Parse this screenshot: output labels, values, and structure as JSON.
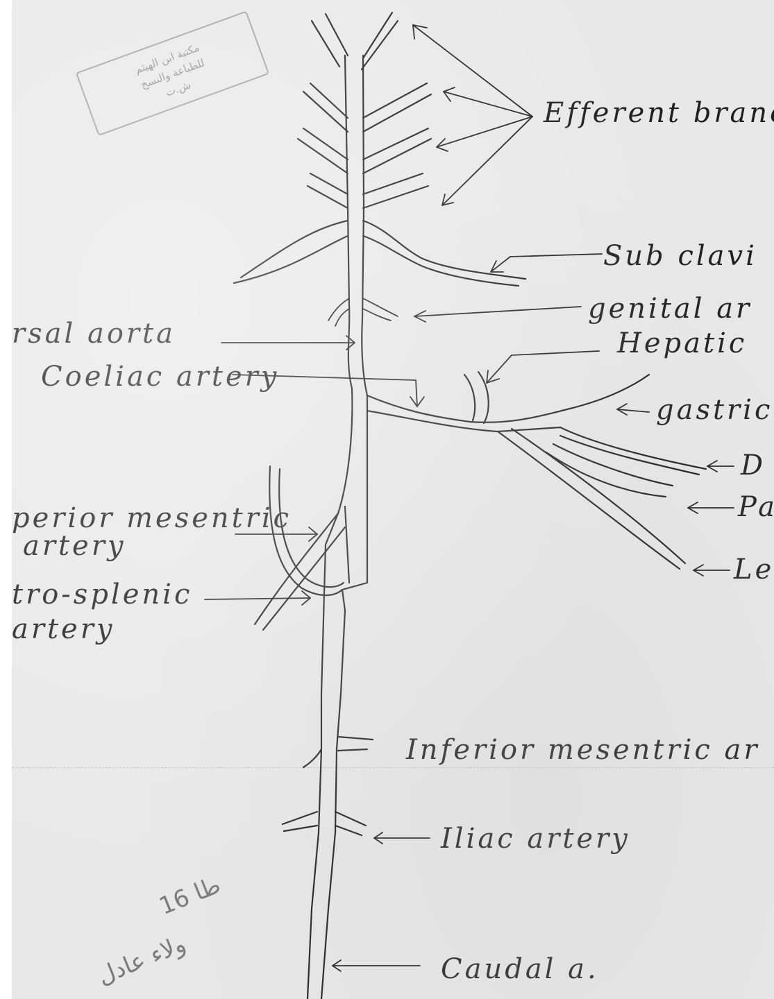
{
  "labels": {
    "efferent": "Efferent branc",
    "subclavian": "Sub clavi",
    "genital": "genital ar",
    "dorsal_aorta": "rsal aorta",
    "hepatic": "Hepatic",
    "coeliac": "Coeliac artery",
    "gastric": "gastric",
    "d_branch": "D",
    "pa_branch": "Pa",
    "le_branch": "Le",
    "sup_mesenteric_1": "perior mesentric",
    "sup_mesenteric_2": "artery",
    "gastrosplenic_1": "tro-splenic",
    "gastrosplenic_2": "artery",
    "inf_mesenteric": "Inferior mesentric ar",
    "iliac": "Iliac artery",
    "caudal": "Caudal a."
  },
  "stamp": {
    "line1": "مكتبة ابن الهيثم",
    "line2": "للطباعة والنسخ",
    "line3": "ش.ت"
  },
  "pencil_note": {
    "line1": "طا 16",
    "line2": "ولاء عادل"
  },
  "colors": {
    "paper": "#e9e8e6",
    "ink": "#1d1d1d",
    "stamp": "#8f8f8f",
    "pencil": "#7a7a7a"
  }
}
